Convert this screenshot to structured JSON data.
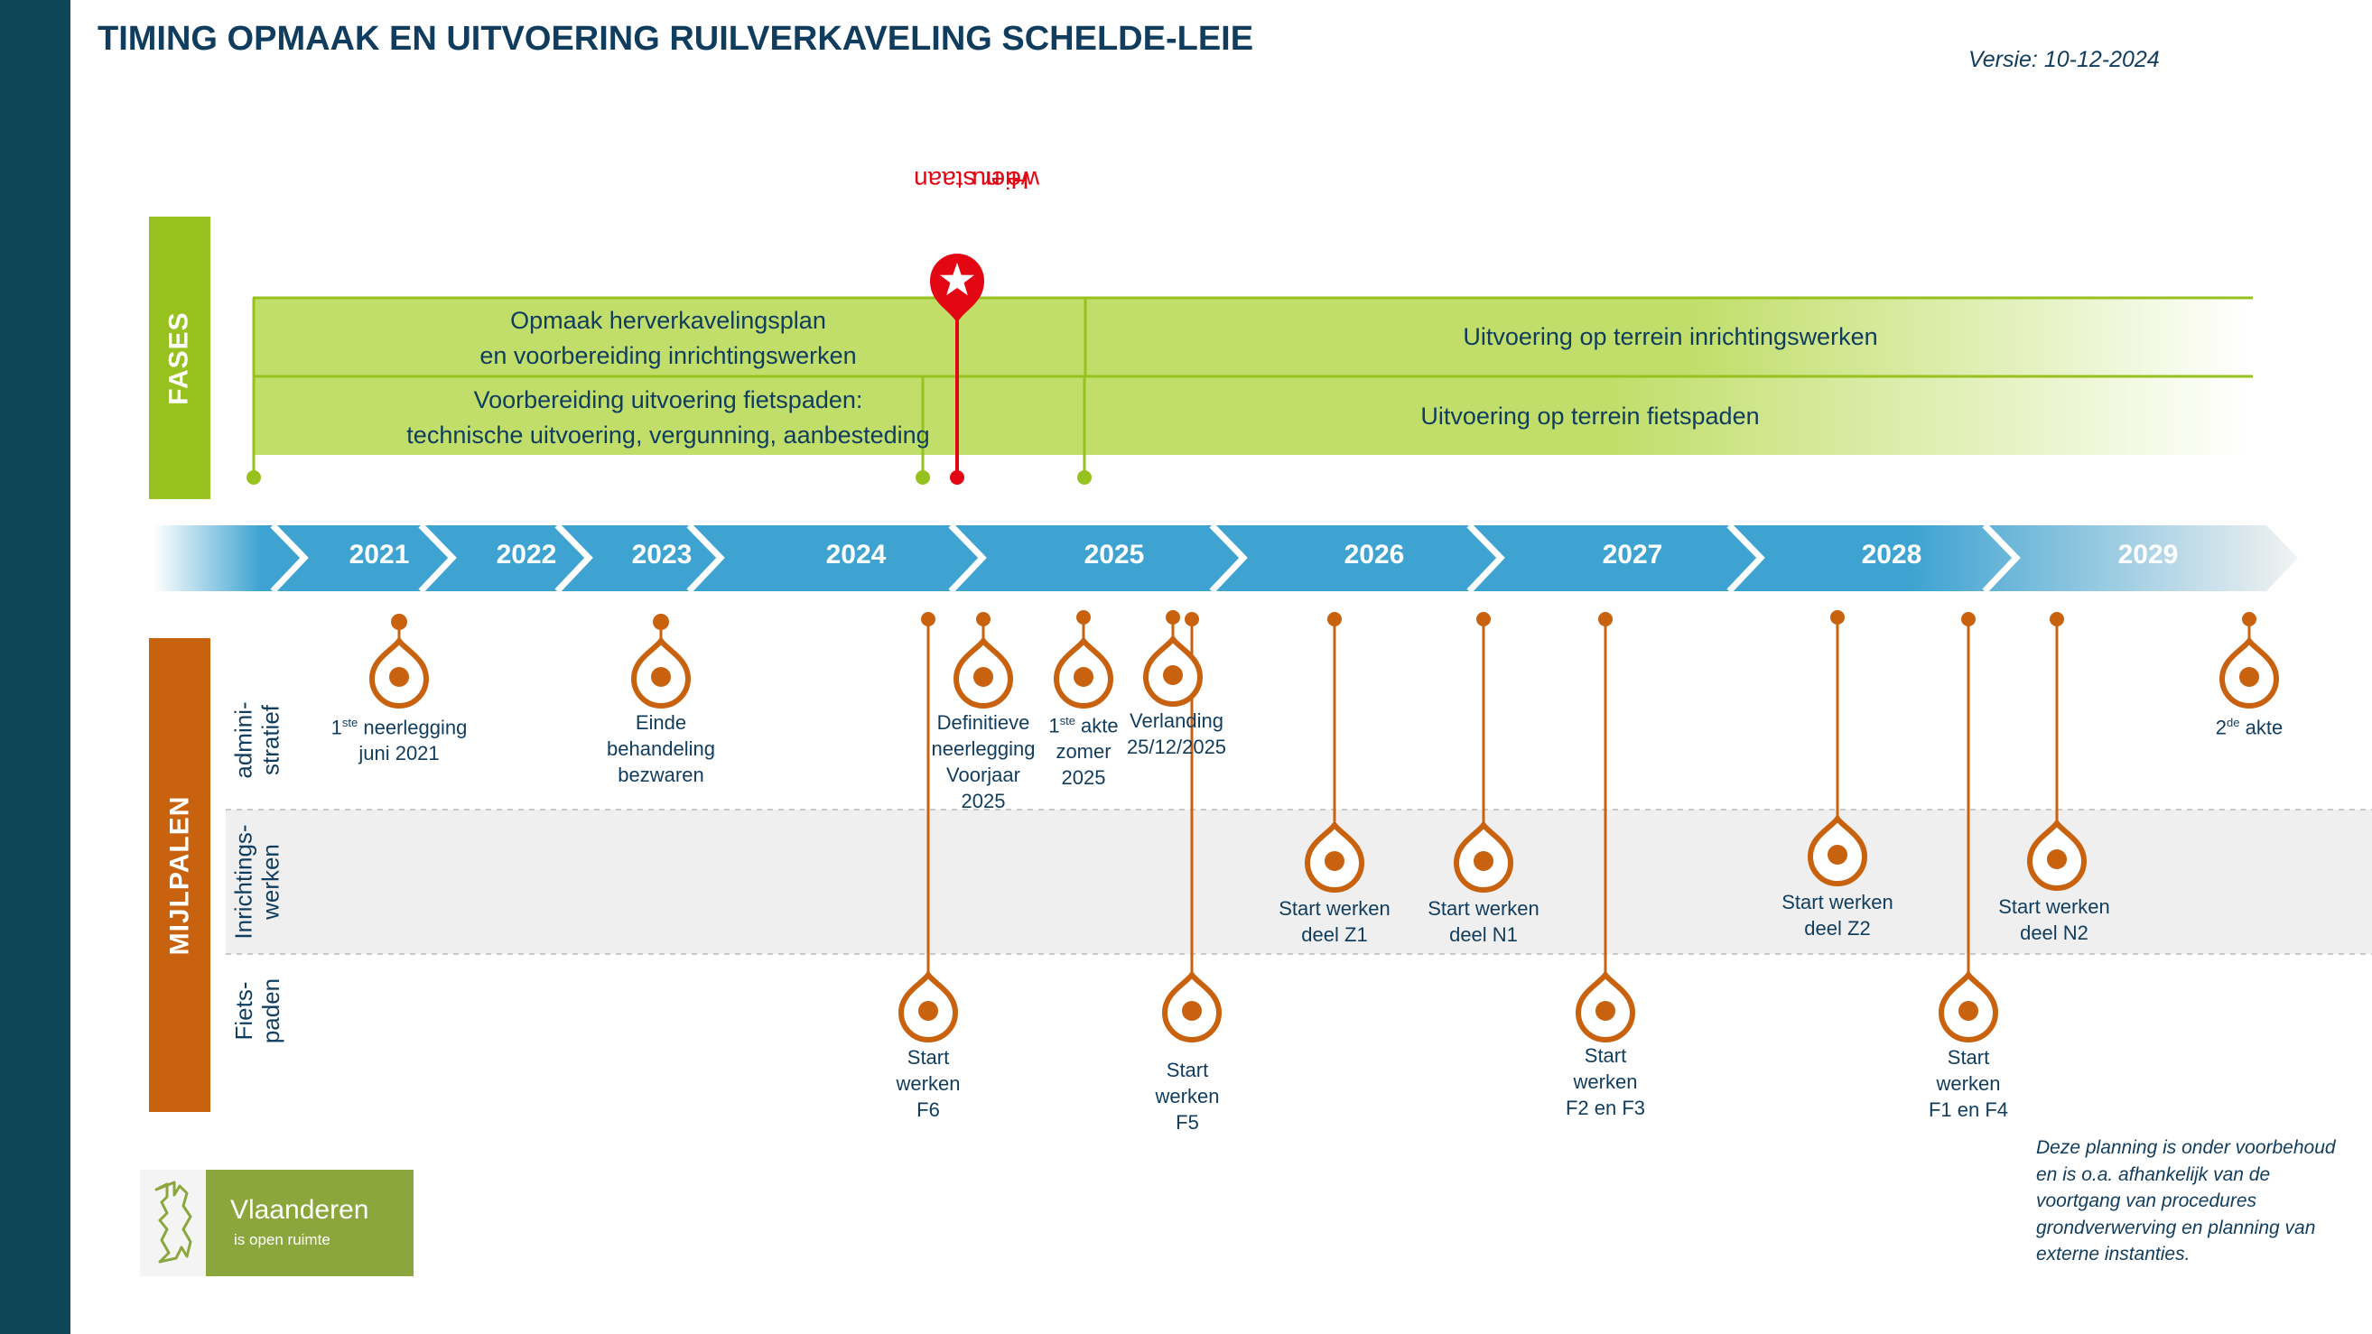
{
  "header": {
    "title": "TIMING OPMAAK EN UITVOERING RUILVERKAVELING SCHELDE-LEIE",
    "version": "Versie: 10-12-2024"
  },
  "fases": {
    "label": "FASES",
    "phases": [
      {
        "line1": "Opmaak herverkavelingsplan",
        "line2": "en voorbereiding inrichtingswerken"
      },
      {
        "line1": "Uitvoering op terrein inrichtingswerken"
      },
      {
        "line1": "Voorbereiding uitvoering  fietspaden:",
        "line2": "technische uitvoering, vergunning, aanbesteding"
      },
      {
        "line1": "Uitvoering op terrein fietspaden"
      }
    ]
  },
  "now_marker": {
    "line1": "Hier staan",
    "line2": "we nu",
    "color": "#e30613"
  },
  "timeline": {
    "years": [
      "2021",
      "2022",
      "2023",
      "2024",
      "2025",
      "2026",
      "2027",
      "2028",
      "2029"
    ],
    "color": "#3fa3d1"
  },
  "mijlpalen": {
    "label": "MIJLPALEN",
    "rows": [
      {
        "line1": "admini-",
        "line2": "stratief"
      },
      {
        "line1": "Inrichtings-",
        "line2": "werken"
      },
      {
        "line1": "Fiets-",
        "line2": "paden"
      }
    ],
    "color": "#c8620f",
    "milestones": [
      {
        "row": "admin",
        "lines": [
          "1ste neerlegging",
          "juni 2021"
        ]
      },
      {
        "row": "admin",
        "lines": [
          "Einde",
          "behandeling",
          "bezwaren"
        ]
      },
      {
        "row": "admin",
        "lines": [
          "Definitieve",
          "neerlegging",
          "Voorjaar",
          "2025"
        ]
      },
      {
        "row": "admin",
        "lines": [
          "1ste akte",
          "zomer",
          "2025"
        ]
      },
      {
        "row": "admin",
        "lines": [
          "Verlanding",
          "25/12/2025"
        ]
      },
      {
        "row": "admin",
        "lines": [
          "2de akte"
        ]
      },
      {
        "row": "inrichting",
        "lines": [
          "Start werken",
          "deel Z1"
        ]
      },
      {
        "row": "inrichting",
        "lines": [
          "Start werken",
          "deel N1"
        ]
      },
      {
        "row": "inrichting",
        "lines": [
          "Start werken",
          "deel Z2"
        ]
      },
      {
        "row": "inrichting",
        "lines": [
          "Start werken",
          "deel N2"
        ]
      },
      {
        "row": "fietspaden",
        "lines": [
          "Start",
          "werken",
          "F6"
        ]
      },
      {
        "row": "fietspaden",
        "lines": [
          "Start",
          "werken",
          "F5"
        ]
      },
      {
        "row": "fietspaden",
        "lines": [
          "Start",
          "werken",
          "F2 en F3"
        ]
      },
      {
        "row": "fietspaden",
        "lines": [
          "Start",
          "werken",
          "F1 en F4"
        ]
      }
    ]
  },
  "footnote": {
    "lines": [
      "Deze planning is onder voorbehoud",
      "en is o.a. afhankelijk van de",
      "voortgang van procedures",
      "grondverwerving  en planning van",
      "externe instanties."
    ]
  },
  "logo": {
    "name": "Vlaanderen",
    "tagline": "is open ruimte"
  },
  "colors": {
    "green": "#96c11f",
    "orange": "#c8620f",
    "navy": "#0d4657",
    "blue": "#3fa3d1",
    "red": "#e30613"
  }
}
